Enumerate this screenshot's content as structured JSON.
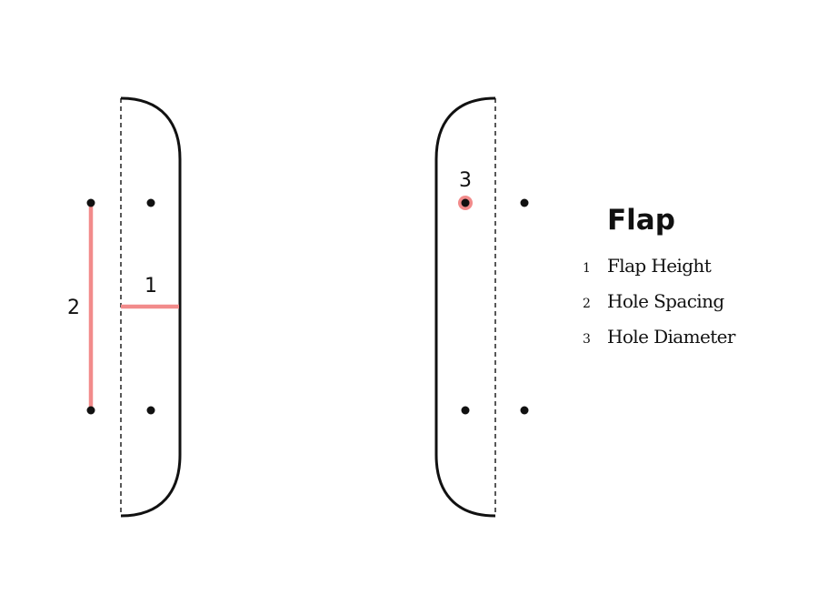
{
  "colors": {
    "outline": "#111111",
    "highlight": "#f28b8b"
  },
  "markers": {
    "flap_height": "1",
    "hole_spacing": "2",
    "hole_diameter": "3"
  },
  "legend": {
    "title": "Flap",
    "items": [
      {
        "number": "1",
        "label": "Flap Height"
      },
      {
        "number": "2",
        "label": "Hole Spacing"
      },
      {
        "number": "3",
        "label": "Hole Diameter"
      }
    ]
  }
}
